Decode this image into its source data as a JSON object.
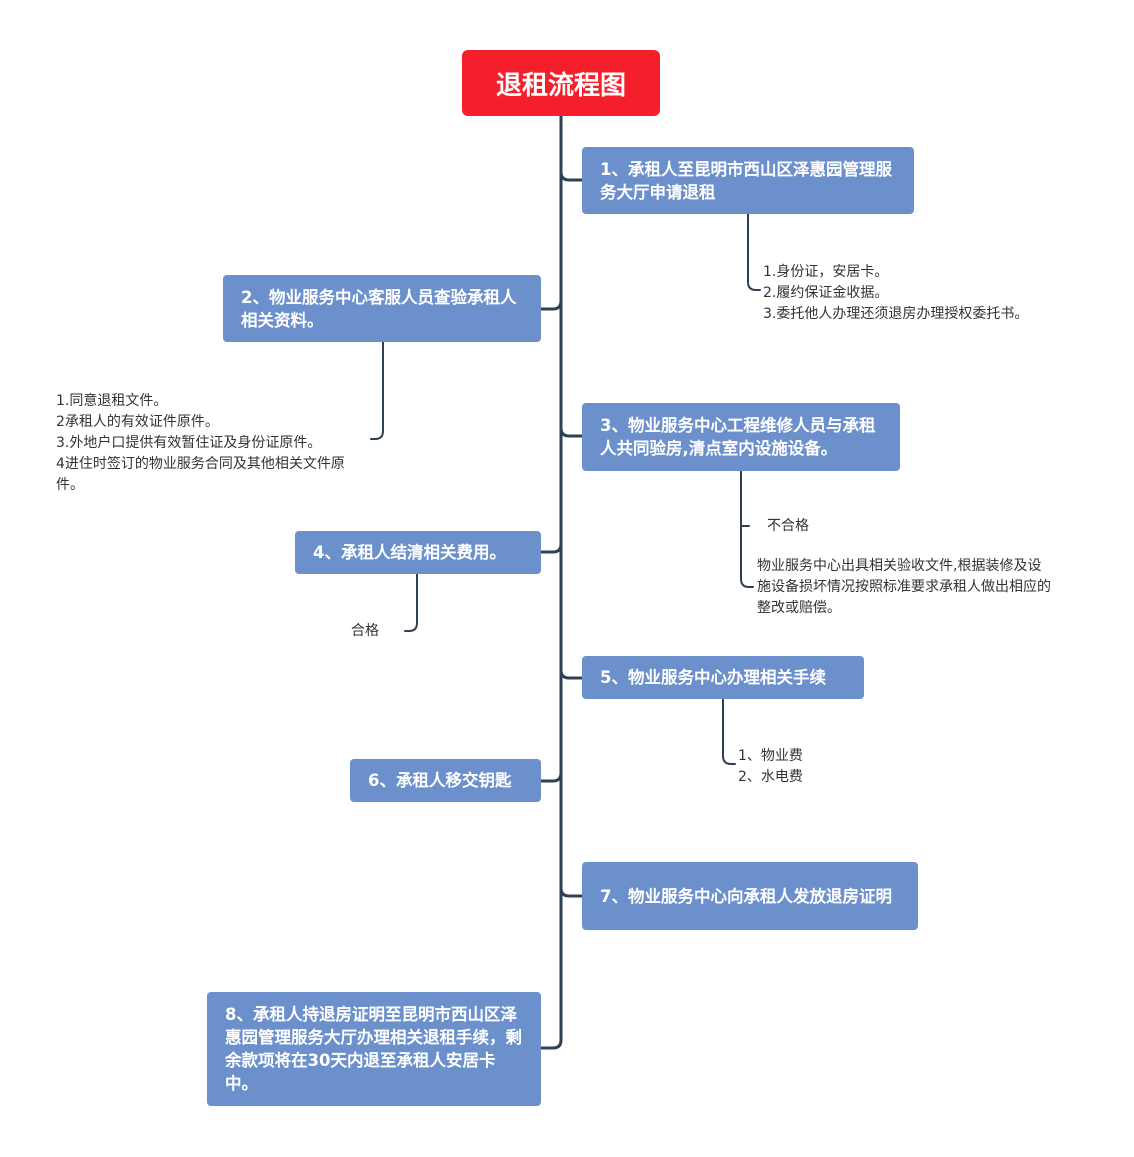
{
  "title": "退租流程图",
  "colors": {
    "root": "#f51e2b",
    "node": "#6b90cc",
    "line": "#2f4055",
    "text": "#333333"
  },
  "steps": [
    "1、承租人至昆明市西山区泽惠园管理服务大厅申请退租",
    "2、物业服务中心客服人员查验承租人相关资料。",
    "3、物业服务中心工程维修人员与承租人共同验房,清点室内设施设备。",
    "4、承租人结清相关费用。",
    "5、物业服务中心办理相关手续",
    "6、承租人移交钥匙",
    "7、物业服务中心向承租人发放退房证明",
    "8、承租人持退房证明至昆明市西山区泽惠园管理服务大厅办理相关退租手续，剩余款项将在30天内退至承租人安居卡中。"
  ],
  "notes": {
    "step1": "1.身份证，安居卡。\n2.履约保证金收据。\n3.委托他人办理还须退房办理授权委托书。",
    "step2": "1.同意退租文件。\n2承租人的有效证件原件。\n3.外地户口提供有效暂住证及身份证原件。\n4进住时签订的物业服务合同及其他相关文件原件。",
    "step3_fail_label": "不合格",
    "step3_fail_text": "物业服务中心出具相关验收文件,根据装修及设施设备损坏情况按照标准要求承租人做出相应的整改或赔偿。",
    "step4_pass": "合格",
    "step5": "1、物业费\n2、水电费"
  }
}
